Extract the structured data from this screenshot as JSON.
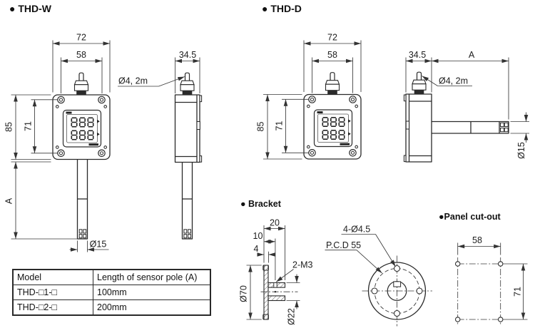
{
  "headers": {
    "thd_w": "● THD-W",
    "thd_d": "● THD-D",
    "bracket": "● Bracket",
    "panel_cutout": "●Panel cut-out"
  },
  "thd_w": {
    "front": {
      "width_outer": "72",
      "width_mount": "58",
      "height_outer": "85",
      "height_mount": "71",
      "pole_length": "A",
      "pole_dia": "Ø15"
    },
    "side": {
      "depth": "34.5",
      "cable": "Ø4, 2m"
    }
  },
  "thd_d": {
    "front": {
      "width_outer": "72",
      "width_mount": "58",
      "height_outer": "85",
      "height_mount": "71"
    },
    "side": {
      "depth": "34.5",
      "probe_length": "A",
      "cable": "Ø4, 2m",
      "probe_dia": "Ø15"
    }
  },
  "bracket": {
    "hub_length": "20",
    "set_screw_offset": "10",
    "flange_thickness": "4",
    "set_screw": "2-M3",
    "flange_dia": "Ø70",
    "hub_dia": "Ø22",
    "mount_holes": "4-Ø4.5",
    "pcd": "P.C.D 55"
  },
  "panel_cutout": {
    "width": "58",
    "height": "71"
  },
  "pole_table": {
    "col_model": "Model",
    "col_length": "Length of sensor pole (A)",
    "rows": [
      {
        "model": "THD-□1-□",
        "length": "100mm"
      },
      {
        "model": "THD-□2-□",
        "length": "200mm"
      }
    ]
  }
}
